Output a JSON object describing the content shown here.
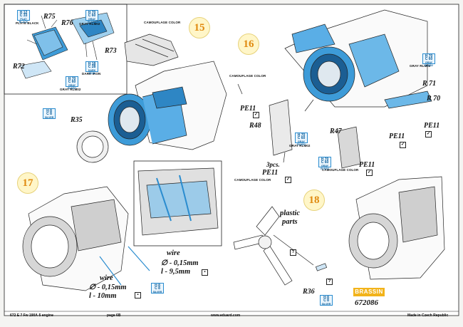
{
  "steps": [
    "15",
    "16",
    "17",
    "18"
  ],
  "parts": {
    "r75": "R75",
    "r76": "R76",
    "r73": "R73",
    "r72": "R72",
    "r35": "R35",
    "pe11_a": "PE11",
    "r48": "R48",
    "r47": "R47",
    "r71": "R 71",
    "r70": "R 70",
    "pe11_b": "PE11",
    "pe11_c": "PE11",
    "pe11_d": "PE11",
    "pe11_e": "PE11",
    "r36": "R36"
  },
  "labels": {
    "plate_black": "PLATE BLACK",
    "gray_rlm02_a": "GRAY RLM02",
    "dark_iron": "DARK IRON",
    "gray_rlm02_b": "GRAY RLM02",
    "camouflage_15": "CAMOUFLAGE COLOR",
    "camouflage_16a": "CAMOUFLAGE COLOR",
    "gray_rlm02_c": "GRAY RLM02",
    "camouflage_16b": "CAMOUFLAGE COLOR",
    "gray_rlm02_d": "GRAY RLM02",
    "camouflage_16c": "CAMOUFLAGE COLOR",
    "three_pcs": "3pcs.",
    "plastic": "plastic",
    "parts": "parts"
  },
  "color_boxes": [
    {
      "code": "H 12",
      "sub": "C 33",
      "name": "FLAT BLACK"
    },
    {
      "code": "H 70",
      "sub": "C 60",
      "name": "GRAY RLM02"
    },
    {
      "code": "H 18",
      "sub": "C 28",
      "name": "DARK IRON"
    },
    {
      "code": "H 70",
      "sub": "C 60",
      "name": "GRAY RLM02"
    },
    {
      "code": "H 8",
      "sub": "C 8",
      "name": "SILVER"
    },
    {
      "code": "H 70",
      "sub": "C 60",
      "name": "GRAY RLM02"
    },
    {
      "code": "H 70",
      "sub": "C 60",
      "name": "GRAY RLM02"
    },
    {
      "code": "H 70",
      "sub": "C 60",
      "name": "GRAY RLM02"
    },
    {
      "code": "H 8",
      "sub": "C 8",
      "name": "SILVER"
    },
    {
      "code": "H 8",
      "sub": "C 8",
      "name": "SILVER"
    }
  ],
  "wire_a": {
    "title": "wire",
    "diameter": "∅ - 0,15mm",
    "length": "l - 9,5mm"
  },
  "wire_b": {
    "title": "wire",
    "diameter": "∅ - 0,15mm",
    "length": "l - 10mm"
  },
  "footer": {
    "left": "672 E 7   Fw 190A-5 engine",
    "page": "page 6B",
    "url": "www.eduard.com",
    "made_in": "Made in Czech Republic"
  },
  "brand": "BRASSIN",
  "kit_number": "672086",
  "colors": {
    "blue_etch": "#2a8ccf",
    "step_orange": "#e08a10",
    "brand_yellow": "#f2b31a"
  }
}
